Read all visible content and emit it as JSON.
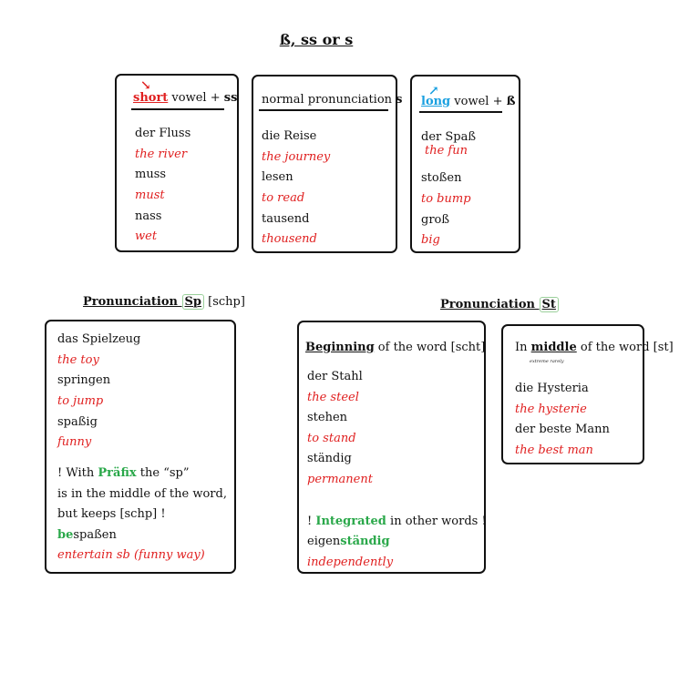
{
  "title": "ß, ss or s",
  "colors": {
    "red": "#e02020",
    "blue": "#1aa0e0",
    "green": "#2aa84a"
  },
  "box_short": {
    "arrow": "↘",
    "head_word": "short",
    "head_mid": " vowel + ",
    "head_end": "ss",
    "items": [
      {
        "de": "der Fluss",
        "en": "the  river"
      },
      {
        "de": "muss",
        "en": "must"
      },
      {
        "de": "nass",
        "en": "wet"
      }
    ]
  },
  "box_normal": {
    "head_text": "normal pronunciation ",
    "head_end": "s",
    "items": [
      {
        "de": "die Reise",
        "en": "the journey"
      },
      {
        "de": "lesen",
        "en": "to read"
      },
      {
        "de": "tausend",
        "en": "thousend"
      }
    ]
  },
  "box_long": {
    "arrow": "↗",
    "head_word": "long",
    "head_mid": " vowel + ",
    "head_end": "ß",
    "items": [
      {
        "de": "der Spaß",
        "en": "the fun"
      },
      {
        "de": "stoßen",
        "en": "to bump"
      },
      {
        "de": "groß",
        "en": "big"
      }
    ]
  },
  "sp": {
    "heading": "Pronunciation ",
    "heading_tag": "Sp",
    "heading_note": " [schp]",
    "items": [
      {
        "de": "das Spielzeug",
        "en": "the toy"
      },
      {
        "de": "springen",
        "en": "to jump"
      },
      {
        "de": "spaßig",
        "en": "funny"
      }
    ],
    "note1_a": "! With ",
    "note1_b": "Präfix",
    "note1_c": " the “sp”",
    "note2": "is in the middle of the word,",
    "note3": "but keeps [schp] !",
    "ex_prefix": "be",
    "ex_rest": "spaßen",
    "ex_en": "entertain sb (funny way)"
  },
  "st": {
    "heading": "Pronunciation ",
    "heading_tag": "St",
    "begin": {
      "head_word": "Beginning",
      "head_rest": " of the word [scht]",
      "items": [
        {
          "de": "der Stahl",
          "en": "the steel"
        },
        {
          "de": "stehen",
          "en": "to stand"
        },
        {
          "de": "ständig",
          "en": "permanent"
        }
      ],
      "note_a": "! ",
      "note_b": "Integrated",
      "note_c": " in other words !",
      "ex_start": "eigen",
      "ex_green": "ständig",
      "ex_en": "independently"
    },
    "middle": {
      "head_start": "In ",
      "head_word": "middle",
      "head_rest": "  of the word [st]",
      "small_note": "extreme rarely",
      "items": [
        {
          "de": "die Hysteria",
          "en": "the hysterie"
        },
        {
          "de": "der beste Mann",
          "en": "the best man"
        }
      ]
    }
  }
}
